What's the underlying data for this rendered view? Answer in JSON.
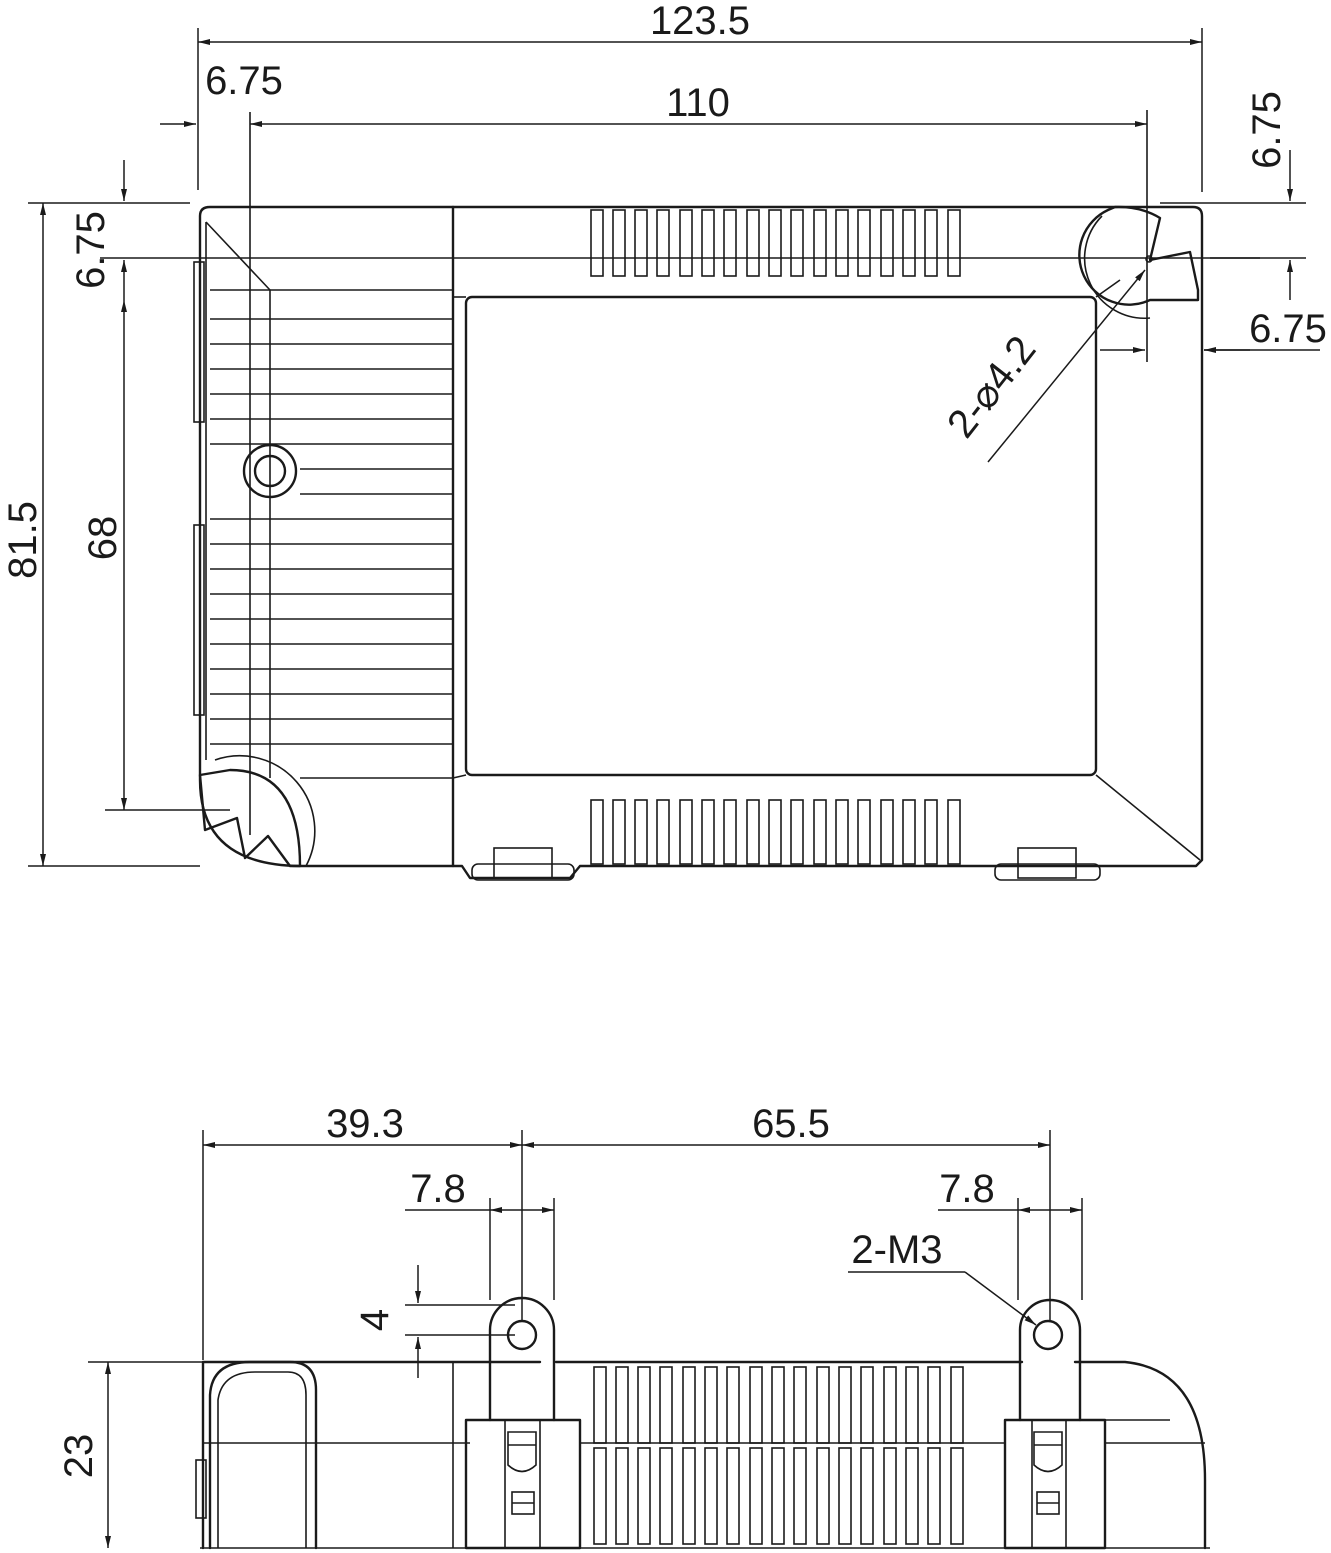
{
  "top_view": {
    "overall_length": "123.5",
    "hole_pitch_length": "110",
    "left_offset": "6.75",
    "top_right_offset": "6.75",
    "right_offset": "6.75",
    "left_top_offset": "6.75",
    "overall_height": "81.5",
    "hole_pitch_height": "68",
    "mounting_holes": "2-⌀4.2"
  },
  "side_view": {
    "left_to_first_lug": "39.3",
    "lug_pitch": "65.5",
    "left_lug_width": "7.8",
    "right_lug_width": "7.8",
    "thread": "2-M3",
    "lug_height": "4",
    "case_height": "23"
  }
}
